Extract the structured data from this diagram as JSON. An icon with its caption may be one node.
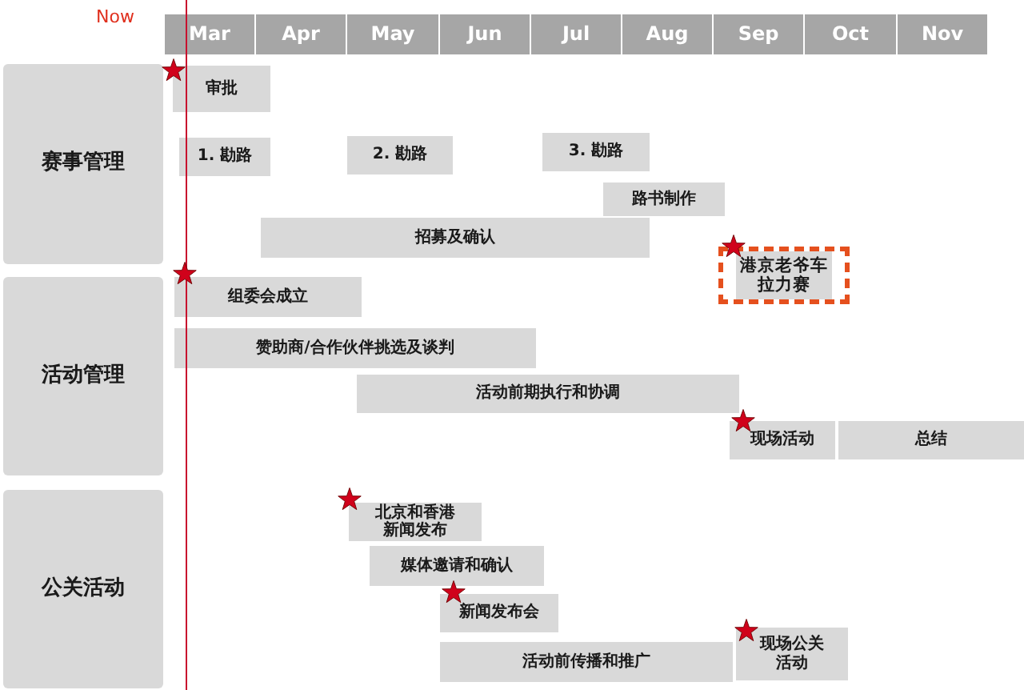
{
  "diagram": {
    "nodes": [
      {
        "text": [
          "Mar"
        ]
      },
      {
        "text": [
          "Apr"
        ]
      },
      {
        "text": [
          "May"
        ]
      },
      {
        "text": [
          "Jun"
        ]
      },
      {
        "text": [
          "Jul"
        ]
      },
      {
        "text": [
          "Aug"
        ]
      },
      {
        "text": [
          "Sep"
        ]
      },
      {
        "text": [
          "Oct"
        ]
      },
      {
        "text": [
          "Nov"
        ]
      },
      {
        "text": [
          "赛事管理"
        ]
      },
      {
        "text": [
          "审批"
        ]
      },
      {
        "text": [
          "1. 勘路"
        ]
      },
      {
        "text": [
          "2. 勘路"
        ]
      },
      {
        "text": [
          "3. 勘路"
        ]
      },
      {
        "text": [
          "路书制作"
        ]
      },
      {
        "text": [
          "招募及确认"
        ]
      },
      {
        "text": [
          "港京老爷车拉力赛"
        ]
      },
      {
        "text": [
          "活动管理"
        ]
      },
      {
        "text": [
          "组委会成立"
        ]
      },
      {
        "text": [
          "赞助商/合作伙伴挑选及谈判"
        ]
      },
      {
        "text": [
          "活动前期执行和协调"
        ]
      },
      {
        "text": [
          "现场活动"
        ]
      },
      {
        "text": [
          "总结"
        ]
      },
      {
        "text": [
          "公关活动"
        ]
      },
      {
        "text": [
          "北京和香港新闻发布"
        ]
      },
      {
        "text": [
          "媒体邀请和确认"
        ]
      },
      {
        "text": [
          "新闻发布会"
        ]
      },
      {
        "text": [
          "活动前传播和推广"
        ]
      },
      {
        "text": [
          "现场公关活动"
        ]
      }
    ],
    "labels": [
      "Now"
    ]
  }
}
